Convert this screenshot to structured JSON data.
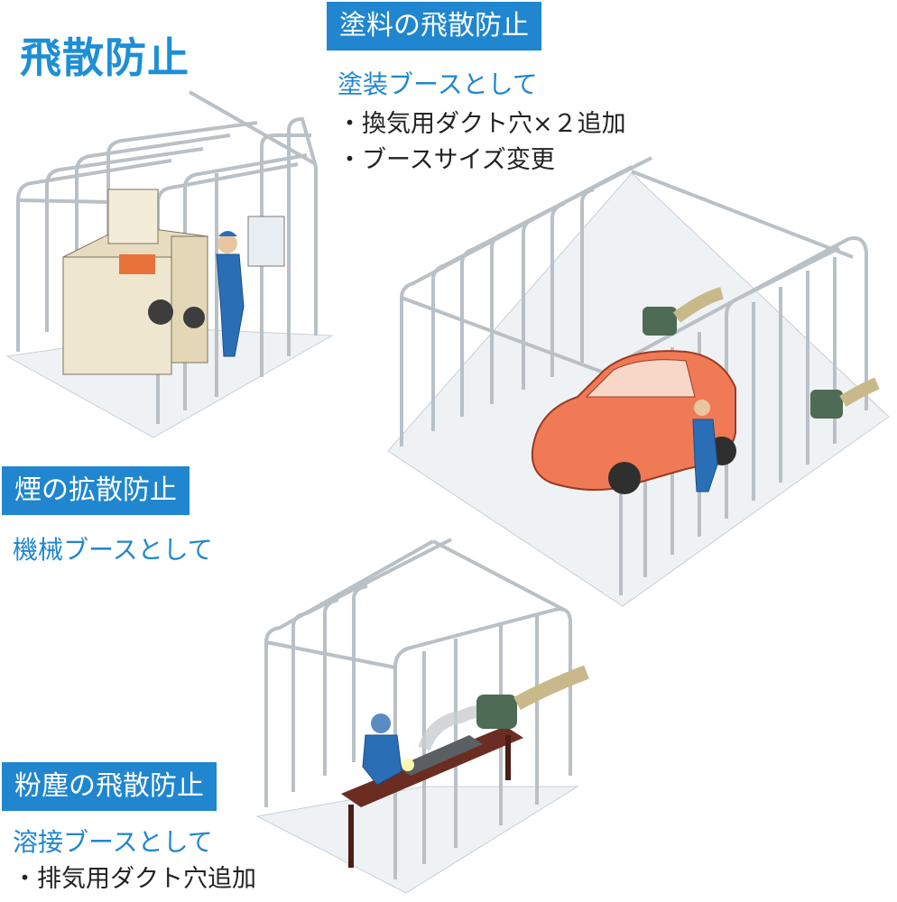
{
  "header": {
    "title": "飛散防止"
  },
  "paint": {
    "tag": "塗料の飛散防止",
    "subtitle": "塗装ブースとして",
    "bullets": [
      "・換気用ダクト穴×２追加",
      "・ブースサイズ変更"
    ]
  },
  "smoke": {
    "tag": "煙の拡散防止",
    "subtitle": "機械ブースとして"
  },
  "dust": {
    "tag": "粉塵の飛散防止",
    "subtitle": "溶接ブースとして",
    "bullets": [
      "・排気用ダクト穴追加"
    ]
  },
  "colors": {
    "accent": "#1f86cf",
    "title": "#1d8fd6",
    "frame": "#b9c0c6",
    "car": "#f07a55",
    "worker": "#2a6fb5",
    "fan": "#4e6b55",
    "duct": "#c9b98a",
    "table": "#6b2c22"
  },
  "icons": [
    "booth-machine-illustration",
    "booth-car-paint-illustration",
    "booth-welding-illustration"
  ]
}
